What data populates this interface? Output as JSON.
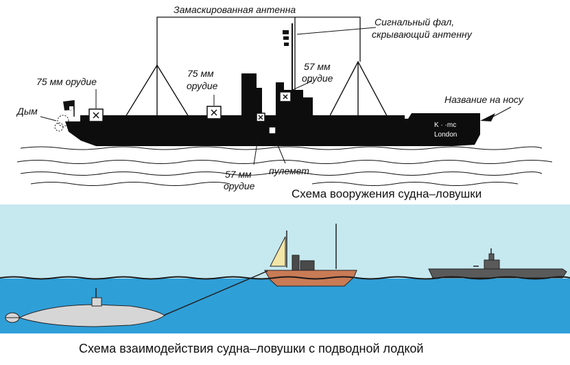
{
  "top_diagram": {
    "labels": {
      "antenna": "Замаскированная антенна",
      "signal_halyard_line1": "Сигнальный фал,",
      "signal_halyard_line2": "скрывающий антенну",
      "gun75_left": "75 мм орудие",
      "gun75_mid_line1": "75 мм",
      "gun75_mid_line2": "орудие",
      "gun57_top_line1": "57 мм",
      "gun57_top_line2": "орудие",
      "smoke": "Дым",
      "bow_name": "Название на носу",
      "gun57_bottom_line1": "57 мм",
      "gun57_bottom_line2": "орудие",
      "machine_gun": "пулемет"
    },
    "hull_name_line1": "K  · ·mc",
    "hull_name_line2": "London",
    "caption": "Схема вооружения судна–ловушки"
  },
  "bottom_diagram": {
    "caption": "Схема взаимодействия судна–ловушки с подводной лодкой",
    "colors": {
      "sky": "#c6e8ef",
      "sea": "#2f9fd8",
      "sea_surface": "#1a1a1a",
      "trap_ship_hull": "#c97b55",
      "sail": "#f2e6a8",
      "surfaced_sub": "#5a5a5a",
      "submerged_sub": "#d6d6d6"
    }
  }
}
